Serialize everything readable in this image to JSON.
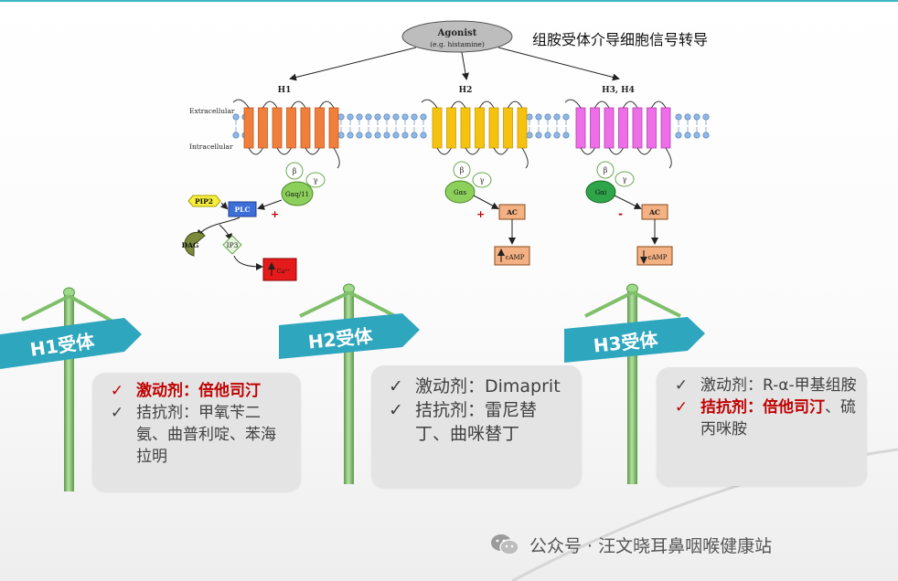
{
  "title": "组胺受体介导细胞信号转导",
  "diagram": {
    "agonist": {
      "label": "Agonist",
      "sublabel": "(e.g. histamine)"
    },
    "side_labels": {
      "extracellular": "Extracellular",
      "intracellular": "Intracellular"
    },
    "receptors": [
      {
        "label": "H1",
        "color": "#f07f3c",
        "edge": "#c0561a",
        "g_alpha": "Gαq/11",
        "g_color": "#8ccf5a"
      },
      {
        "label": "H2",
        "color": "#f6c20f",
        "edge": "#c79a00",
        "g_alpha": "Gαs",
        "g_color": "#8ccf5a"
      },
      {
        "label": "H3, H4",
        "color": "#ee6ee8",
        "edge": "#b43cb0",
        "g_alpha": "Gαi",
        "g_color": "#2fa54a"
      }
    ],
    "g_beta": "β",
    "g_gamma": "γ",
    "nodes": {
      "pip2": "PIP2",
      "plc": "PLC",
      "dag": "DAG",
      "ip3": "IP3",
      "ca": "Ca²⁺",
      "ac": "AC",
      "camp": "cAMP"
    },
    "signs": {
      "plus": "+",
      "minus": "-"
    }
  },
  "signs": [
    {
      "label": "H1受体"
    },
    {
      "label": "H2受体"
    },
    {
      "label": "H3受体"
    }
  ],
  "boxes": [
    {
      "items": [
        {
          "check": "✓",
          "text": "激动剂：倍他司汀",
          "highlight": true
        },
        {
          "check": "✓",
          "text": "拮抗剂：甲氧苄二氨、曲普利啶、苯海拉明",
          "highlight": false
        }
      ]
    },
    {
      "items": [
        {
          "check": "✓",
          "text": "激动剂：Dimaprit",
          "highlight": false
        },
        {
          "check": "✓",
          "text": "拮抗剂：雷尼替丁、曲咪替丁",
          "highlight": false
        }
      ]
    },
    {
      "items": [
        {
          "check": "✓",
          "text": "激动剂：R-α-甲基组胺",
          "highlight": false
        },
        {
          "check": "✓",
          "text": "拮抗剂：倍他司汀",
          "highlight": true,
          "suffix": "、硫丙咪胺"
        }
      ]
    }
  ],
  "watermark": "公众号 · 汪文晓耳鼻咽喉健康站",
  "colors": {
    "teal_sign": "#2ea6bd",
    "pole": "#7fbf6a",
    "pole_dark": "#5a9a48",
    "red": "#c00000",
    "box_bg": "#e4e4e4"
  }
}
